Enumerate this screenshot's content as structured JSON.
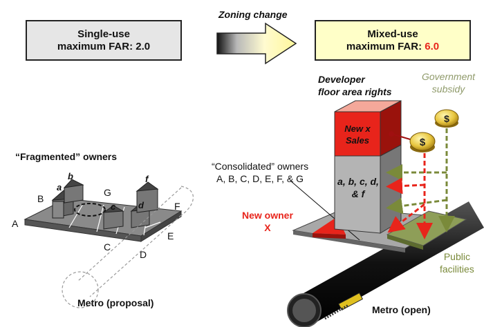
{
  "left_box": {
    "line1": "Single-use",
    "line2_prefix": "maximum FAR: ",
    "line2_value": "2.0"
  },
  "arrow": {
    "label": "Zoning change"
  },
  "right_box": {
    "line1": "Mixed-use",
    "line2_prefix": "maximum FAR: ",
    "line2_value": "6.0"
  },
  "left_diagram": {
    "title": "“Fragmented” owners",
    "parcel_labels": [
      "A",
      "B",
      "C",
      "D",
      "E",
      "F",
      "G"
    ],
    "building_labels": [
      "a",
      "b",
      "c",
      "d",
      "f"
    ],
    "metro_label": "Metro (proposal)"
  },
  "right_diagram": {
    "developer_label": [
      "Developer",
      "floor area rights"
    ],
    "government_label": [
      "Government",
      "subsidy"
    ],
    "tower_top_label": [
      "New x",
      "Sales"
    ],
    "tower_body_label": [
      "a, b, c, d,",
      "& f"
    ],
    "consolidated_label": [
      "“Consolidated” owners",
      "A, B, C, D, E, F, & G"
    ],
    "new_owner_label": [
      "New owner",
      "X"
    ],
    "public_label": [
      "Public",
      "facilities"
    ],
    "metro_label": "Metro (open)"
  },
  "colors": {
    "red": "#e8241b",
    "olive": "#7a8a3a",
    "gray_box": "#e6e6e6",
    "yellow_box": "#ffffc8",
    "green_plaza": "#8e9e58"
  }
}
